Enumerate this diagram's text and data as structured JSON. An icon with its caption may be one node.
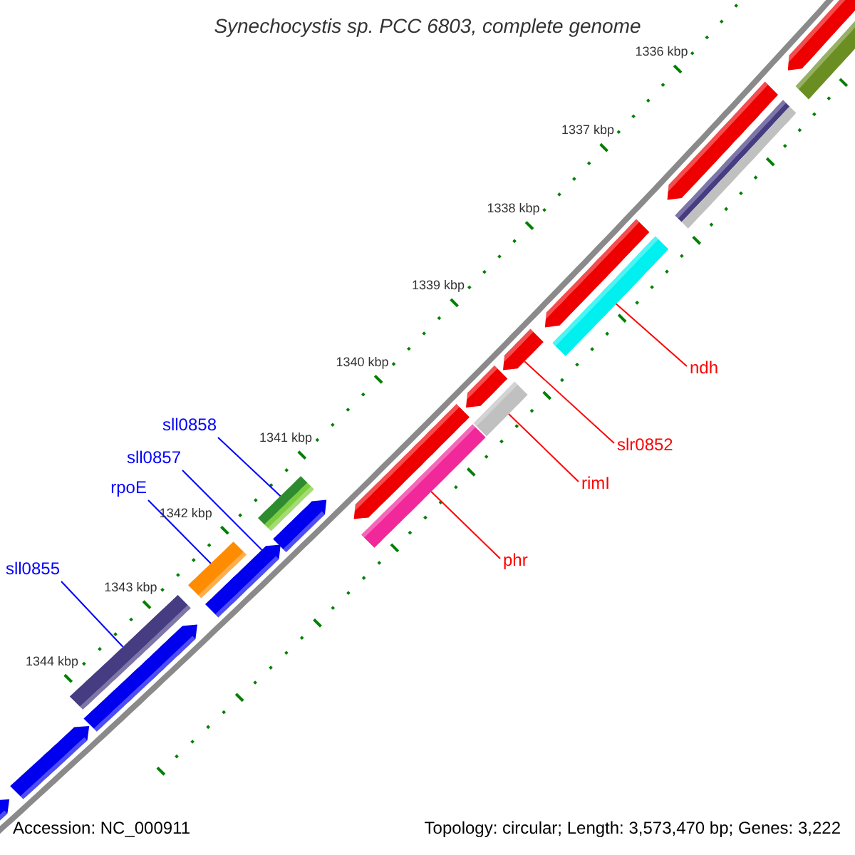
{
  "diagram": {
    "title": "Synechocystis sp. PCC 6803, complete genome",
    "nodes": [
      {
        "text": [
          "sll0858"
        ]
      },
      {
        "text": [
          "sll0857"
        ]
      },
      {
        "text": [
          "rpoE"
        ]
      },
      {
        "text": [
          "sll0855"
        ]
      },
      {
        "text": [
          "ndh"
        ]
      },
      {
        "text": [
          "slr0852"
        ]
      },
      {
        "text": [
          "rimI"
        ]
      },
      {
        "text": [
          "phr"
        ]
      },
      {
        "text": [],
        "shape": "arrow"
      },
      {
        "text": [],
        "shape": "arrow"
      },
      {
        "text": [],
        "shape": "bar"
      },
      {
        "text": [],
        "shape": "arrow"
      },
      {
        "text": [],
        "shape": "bar"
      },
      {
        "text": [],
        "shape": "arrow"
      },
      {
        "text": [],
        "shape": "bar"
      },
      {
        "text": [],
        "shape": "arrow"
      },
      {
        "text": [],
        "shape": "arrow"
      },
      {
        "text": [],
        "shape": "bar"
      },
      {
        "text": [],
        "shape": "arrow"
      },
      {
        "text": [],
        "shape": "bar"
      },
      {
        "text": [],
        "shape": "arrow"
      },
      {
        "text": [],
        "shape": "arrow"
      },
      {
        "text": [],
        "shape": "bar"
      },
      {
        "text": [],
        "shape": "arrow"
      },
      {
        "text": [],
        "shape": "bar"
      },
      {
        "text": [],
        "shape": "arrow"
      },
      {
        "text": [],
        "shape": "bar"
      }
    ],
    "edges": [
      {
        "from": 0,
        "to": 14,
        "arrow": "none"
      },
      {
        "from": 1,
        "to": 13,
        "arrow": "none"
      },
      {
        "from": 2,
        "to": 12,
        "arrow": "none"
      },
      {
        "from": 3,
        "to": 10,
        "arrow": "none"
      },
      {
        "from": 4,
        "to": 22,
        "arrow": "none",
        "color": "#ff0000"
      },
      {
        "from": 5,
        "to": 20,
        "arrow": "none",
        "color": "#ff0000"
      },
      {
        "from": 6,
        "to": 19,
        "arrow": "none",
        "color": "#ff0000"
      },
      {
        "from": 7,
        "to": 17,
        "arrow": "none",
        "color": "#ff0000"
      }
    ],
    "labels": [
      "1336 kbp",
      "1337 kbp",
      "1338 kbp",
      "1339 kbp",
      "1340 kbp",
      "1341 kbp",
      "1342 kbp",
      "1343 kbp",
      "1344 kbp",
      "Accession: NC_000911",
      "Topology: circular; Length: 3,573,470 bp; Genes: 3,222"
    ]
  }
}
